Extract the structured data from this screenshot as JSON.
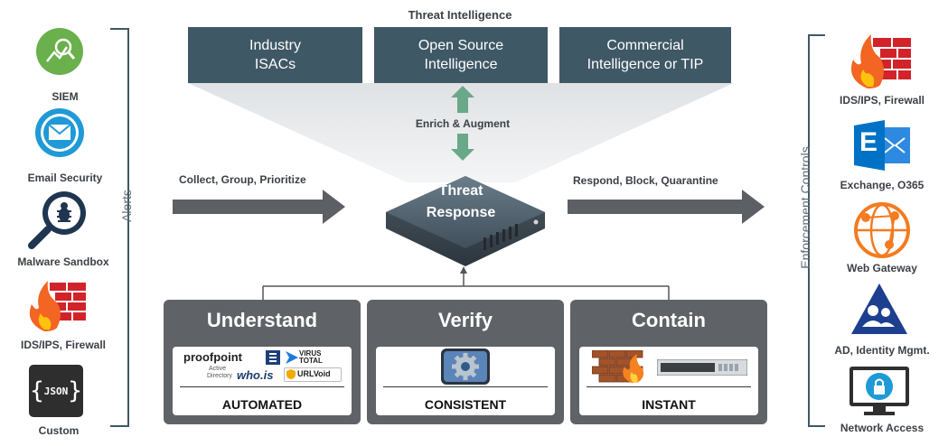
{
  "threat_intel": {
    "title": "Threat Intelligence",
    "sources": [
      "Industry\nISACs",
      "Open Source\nIntelligence",
      "Commercial\nIntelligence or TIP"
    ],
    "enrich_label": "Enrich & Augment"
  },
  "alerts": {
    "bracket_label": "Alerts",
    "sources": [
      {
        "label": "SIEM",
        "icon": "siem-icon"
      },
      {
        "label": "Email Security",
        "icon": "email-icon"
      },
      {
        "label": "Malware Sandbox",
        "icon": "malware-sandbox-icon"
      },
      {
        "label": "IDS/IPS, Firewall",
        "icon": "firewall-icon"
      },
      {
        "label": "Custom",
        "icon": "json-icon",
        "icon_text": "JSON"
      }
    ]
  },
  "flow": {
    "collect_label": "Collect, Group, Prioritize",
    "respond_label": "Respond, Block, Quarantine"
  },
  "hub": {
    "line1": "Threat",
    "line2": "Response"
  },
  "enforcement": {
    "bracket_label": "Enforcement Controls",
    "controls": [
      {
        "label": "IDS/IPS, Firewall",
        "icon": "firewall-icon"
      },
      {
        "label": "Exchange, O365",
        "icon": "exchange-icon",
        "icon_text": "E"
      },
      {
        "label": "Web Gateway",
        "icon": "web-gateway-icon"
      },
      {
        "label": "AD, Identity Mgmt.",
        "icon": "identity-icon"
      },
      {
        "label": "Network Access",
        "icon": "network-access-icon"
      }
    ]
  },
  "panels": [
    {
      "title": "Understand",
      "footer": "AUTOMATED",
      "logos": {
        "proofpoint": "proofpoint",
        "active_directory_1": "Active",
        "active_directory_2": "Directory",
        "whois": "who.is",
        "virustotal_1": "VIRUS",
        "virustotal_2": "TOTAL",
        "urlvoid": "URLVoid"
      }
    },
    {
      "title": "Verify",
      "footer": "CONSISTENT"
    },
    {
      "title": "Contain",
      "footer": "INSTANT"
    }
  ],
  "colors": {
    "ti_box": "#3f5866",
    "panel": "#5f6266",
    "arrow": "#5c5f63",
    "enrich_arrow": "#6aa88a",
    "siem_green": "#6ab04c",
    "email_blue": "#1f9ad6",
    "sandbox_navy": "#1f3550",
    "fire_orange": "#f26522",
    "brick_red": "#d2232a",
    "exchange_blue": "#0072c6",
    "web_orange": "#f47b20",
    "identity_navy": "#1d3f8f"
  }
}
